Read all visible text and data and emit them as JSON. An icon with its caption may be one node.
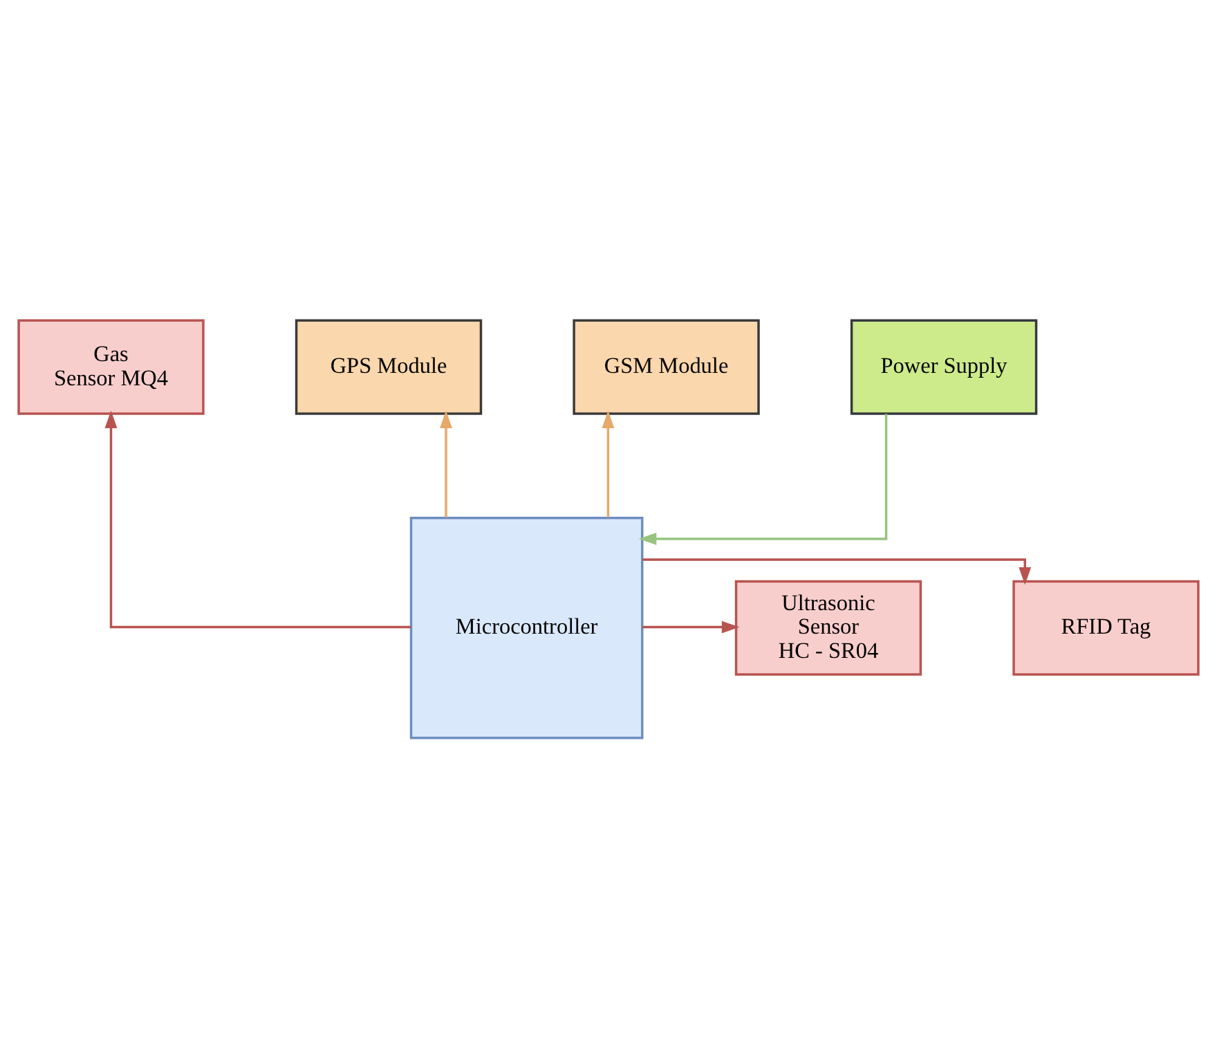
{
  "diagram": {
    "nodes": [
      {
        "text": [
          "Gas Sensor MQ4"
        ]
      },
      {
        "text": [
          "GPS Module"
        ]
      },
      {
        "text": [
          "RFID Tag"
        ]
      },
      {
        "text": [
          "Microcontroller"
        ]
      },
      {
        "text": [
          "Ultrasonic Sensor HC - SR04"
        ]
      },
      {
        "text": [
          "GSM Module"
        ]
      },
      {
        "text": [
          "Power Supply"
        ]
      }
    ],
    "edges": [
      {
        "from": 3,
        "to": 0,
        "arrow": "to"
      },
      {
        "from": 3,
        "to": 1,
        "arrow": "to",
        "color": "#e6a96b"
      },
      {
        "from": 3,
        "to": 2,
        "arrow": "to"
      },
      {
        "from": 3,
        "to": 4,
        "arrow": "to"
      },
      {
        "from": 3,
        "to": 5,
        "arrow": "to",
        "color": "#e6a96b"
      },
      {
        "from": 6,
        "to": 3,
        "arrow": "to",
        "color": "#97c47e"
      }
    ]
  }
}
